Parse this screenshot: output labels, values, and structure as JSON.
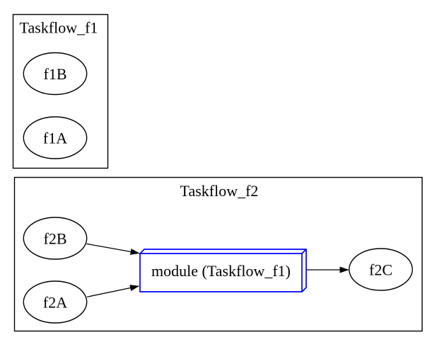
{
  "graph": {
    "clusters": [
      {
        "id": "cluster_f1",
        "title": "Taskflow_f1"
      },
      {
        "id": "cluster_f2",
        "title": "Taskflow_f2"
      }
    ],
    "nodes": {
      "f1B": {
        "label": "f1B",
        "shape": "ellipse",
        "cluster": "Taskflow_f1"
      },
      "f1A": {
        "label": "f1A",
        "shape": "ellipse",
        "cluster": "Taskflow_f1"
      },
      "f2B": {
        "label": "f2B",
        "shape": "ellipse",
        "cluster": "Taskflow_f2"
      },
      "f2A": {
        "label": "f2A",
        "shape": "ellipse",
        "cluster": "Taskflow_f2"
      },
      "module": {
        "label": "module (Taskflow_f1)",
        "shape": "box3d",
        "cluster": "Taskflow_f2"
      },
      "f2C": {
        "label": "f2C",
        "shape": "ellipse",
        "cluster": "Taskflow_f2"
      }
    },
    "edges": [
      {
        "from": "f2B",
        "to": "module"
      },
      {
        "from": "f2A",
        "to": "module"
      },
      {
        "from": "module",
        "to": "f2C"
      }
    ],
    "colors": {
      "background": "#ffffff",
      "border": "#000000",
      "module_stroke": "#0000ff",
      "edge": "#000000",
      "text": "#000000"
    }
  }
}
